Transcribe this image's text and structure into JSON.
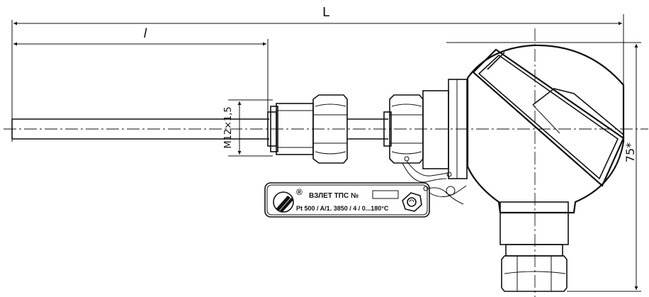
{
  "dimensions": {
    "overall_length": "L",
    "immersion_length": "l",
    "thread": "M12×1,5",
    "head_height": "75*"
  },
  "nameplate": {
    "registered_mark": "®",
    "model_label": "ВЗЛЕТ ТПС №",
    "spec_line": "Pt 500 / A/1. 3850 / 4 / 0...180°C"
  }
}
